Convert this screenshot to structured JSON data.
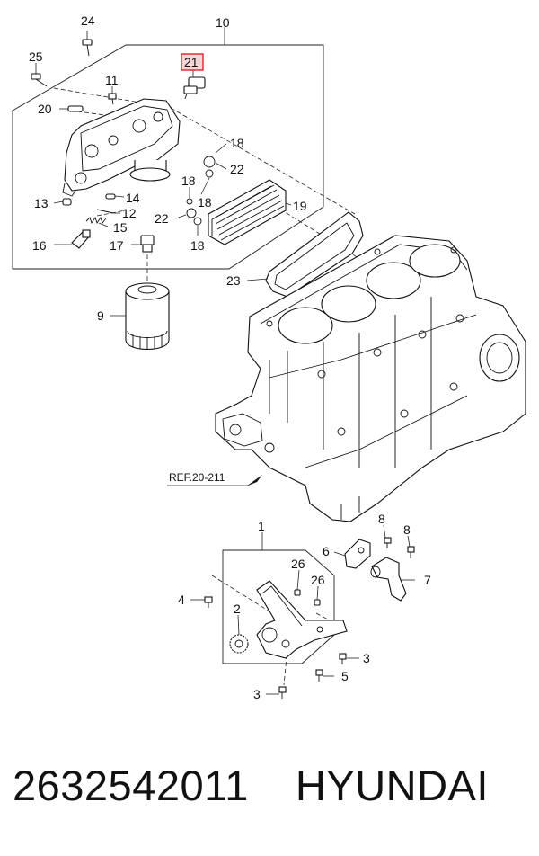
{
  "callouts": {
    "c24": "24",
    "c10": "10",
    "c25": "25",
    "c21": "21",
    "c11": "11",
    "c20": "20",
    "c18a": "18",
    "c22a": "22",
    "c18b": "18",
    "c18c": "18",
    "c14": "14",
    "c13": "13",
    "c12": "12",
    "c19": "19",
    "c22b": "22",
    "c15": "15",
    "c18d": "18",
    "c16": "16",
    "c17": "17",
    "c23": "23",
    "c9": "9",
    "c1": "1",
    "c8a": "8",
    "c8b": "8",
    "c6": "6",
    "c26a": "26",
    "c26b": "26",
    "c7": "7",
    "c4": "4",
    "c2": "2",
    "c3a": "3",
    "c5": "5",
    "c3b": "3"
  },
  "reference": "REF.20-211",
  "highlight_color": "#e0202a",
  "caption": {
    "part_number": "2632542011",
    "brand": "HYUNDAI"
  }
}
